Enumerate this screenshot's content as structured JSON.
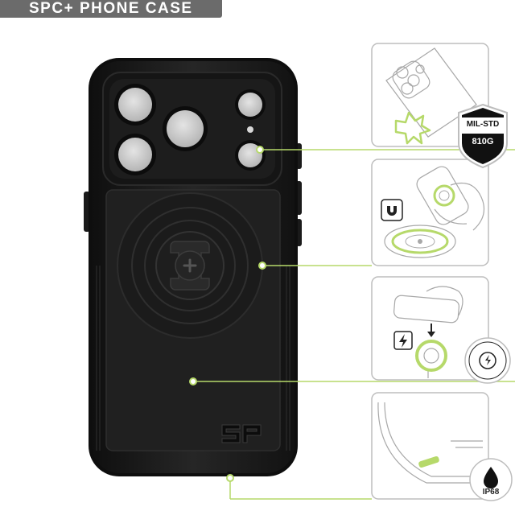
{
  "header": {
    "title": "SPC+ PHONE CASE"
  },
  "features": {
    "mil_std": {
      "line1": "MIL-STD",
      "line2": "810G",
      "icon": "shield-icon"
    },
    "magnetic": {
      "icon": "magnet-icon"
    },
    "magsafe": {
      "icon": "lightning-icon"
    },
    "waterproof": {
      "label": "IP68",
      "icon": "water-drop-icon"
    }
  },
  "product": {
    "logo": "SP"
  },
  "colors": {
    "accent": "#b6d96a",
    "case": "#1c1c1c",
    "panel_border": "#bdbdbd",
    "title_bar": "#6b6b6b"
  }
}
